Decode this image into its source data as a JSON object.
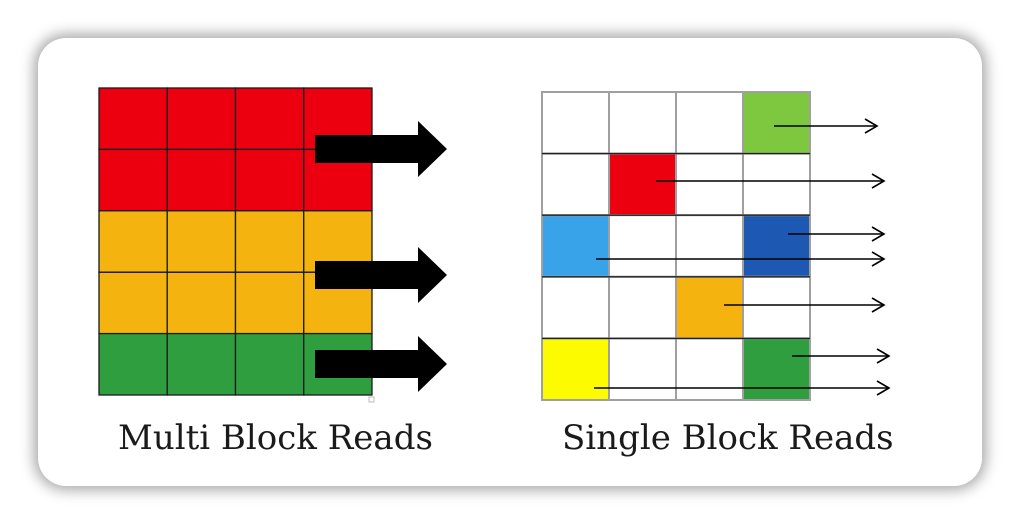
{
  "captions": {
    "multi": "Multi Block Reads",
    "single": "Single Block Reads"
  },
  "multi_block": {
    "rows": 5,
    "cols": 4,
    "row_colors": [
      "red",
      "red",
      "orange",
      "orange",
      "green"
    ],
    "big_arrows": 3
  },
  "single_block": {
    "rows": 5,
    "cols": 4,
    "colored_cells": [
      {
        "row": 0,
        "col": 3,
        "color": "light-green"
      },
      {
        "row": 1,
        "col": 1,
        "color": "red"
      },
      {
        "row": 2,
        "col": 0,
        "color": "light-blue"
      },
      {
        "row": 2,
        "col": 3,
        "color": "dark-blue"
      },
      {
        "row": 3,
        "col": 2,
        "color": "orange"
      },
      {
        "row": 4,
        "col": 0,
        "color": "yellow"
      },
      {
        "row": 4,
        "col": 3,
        "color": "green"
      }
    ],
    "thin_arrows": 7
  },
  "colors": {
    "red": "#ec0010",
    "orange": "#f4b30e",
    "green": "#2e9e3e",
    "light-green": "#7ec83f",
    "light-blue": "#39a3ea",
    "dark-blue": "#1d58b3",
    "yellow": "#fdfb00",
    "grid_line": "#1b1b1b",
    "single_grid_line": "#a0a0a0",
    "arrow": "#000000"
  }
}
